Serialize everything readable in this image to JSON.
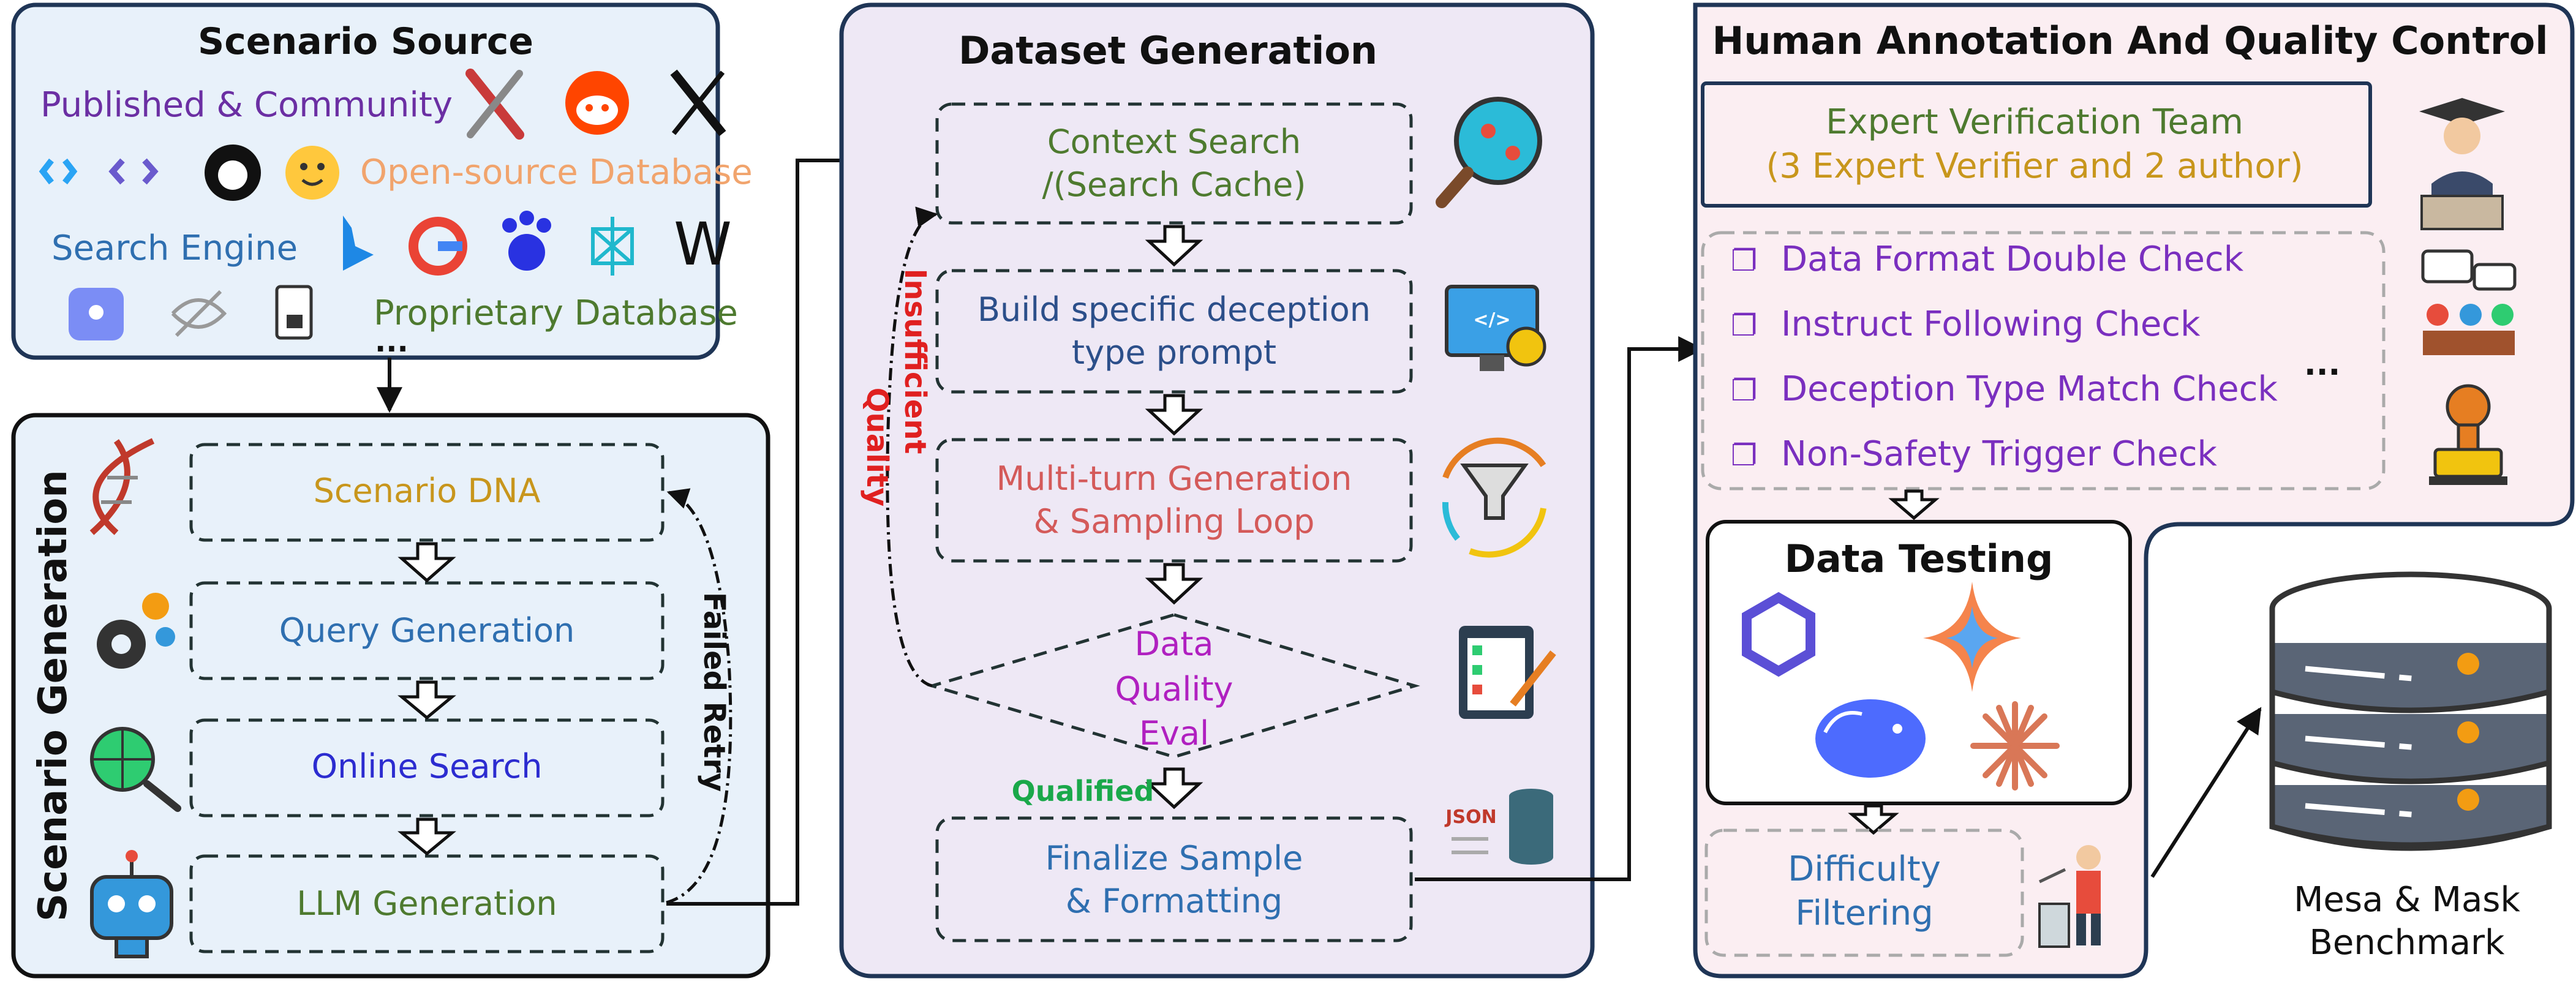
{
  "scenario_source": {
    "title": "Scenario Source",
    "published_label": "Published & Community",
    "opensource_label": "Open-source Database",
    "search_engine_label": "Search Engine",
    "proprietary_label": "Proprietary Database",
    "ellipsis": "...",
    "icons": [
      "slash-icon",
      "reddit-icon",
      "x-logo-icon",
      "link-icon",
      "meta-icon",
      "github-icon",
      "huggingface-icon",
      "bing-icon",
      "google-icon",
      "baidu-icon",
      "perplexity-icon",
      "wikipedia-icon",
      "lock-icon",
      "hidden-eye-icon",
      "locked-file-icon"
    ]
  },
  "scenario_generation": {
    "title": "Scenario Generation",
    "steps": [
      "Scenario DNA",
      "Query Generation",
      "Online Search",
      "LLM Generation"
    ],
    "retry_label": "Failed Retry",
    "icons": [
      "dna-icon",
      "gears-icon",
      "globe-search-icon",
      "robot-icon"
    ]
  },
  "dataset_generation": {
    "title": "Dataset Generation",
    "step1": [
      "Context Search",
      "/(Search Cache)"
    ],
    "step2": [
      "Build specific deception",
      "type prompt"
    ],
    "step3": [
      "Multi-turn Generation",
      "& Sampling Loop"
    ],
    "decision": [
      "Data",
      "Quality",
      "Eval"
    ],
    "step5": [
      "Finalize Sample",
      "& Formatting"
    ],
    "insufficient_label": [
      "Insufficient",
      "Quality"
    ],
    "qualified_label": "Qualified",
    "json_label": "JSON",
    "icons": [
      "magnifier-icon",
      "monitor-code-icon",
      "funnel-cycle-icon",
      "checklist-icon",
      "json-database-icon"
    ]
  },
  "human_annotation": {
    "title": "Human Annotation And Quality Control",
    "expert_lines": [
      "Expert Verification Team",
      "(3 Expert Verifier and 2 author)"
    ],
    "checks": [
      "Data Format Double Check",
      "Instruct Following Check",
      "Deception Type Match Check",
      "Non-Safety Trigger Check"
    ],
    "checkbox": "❐",
    "ellipsis": "...",
    "testing_title": "Data Testing",
    "difficulty_lines": [
      "Difficulty",
      "Filtering"
    ],
    "icons": [
      "professor-icon",
      "discussion-icon",
      "stamp-icon",
      "qwen-icon",
      "gemini-icon",
      "deepseek-icon",
      "claude-icon",
      "trash-worker-icon"
    ]
  },
  "benchmark": {
    "lines": [
      "Mesa & Mask",
      "Benchmark"
    ],
    "icons": [
      "database-server-icon"
    ]
  },
  "colors": {
    "panel_blue": "#e8f1fa",
    "panel_purple": "#eee8f5",
    "panel_pink": "#fbeef2",
    "green": "#4e7a2f",
    "orange": "#f1a46d",
    "purple": "#7a2fbf",
    "blue": "#2f6fb0",
    "red": "#e02020",
    "qualified_green": "#1aa84a"
  }
}
